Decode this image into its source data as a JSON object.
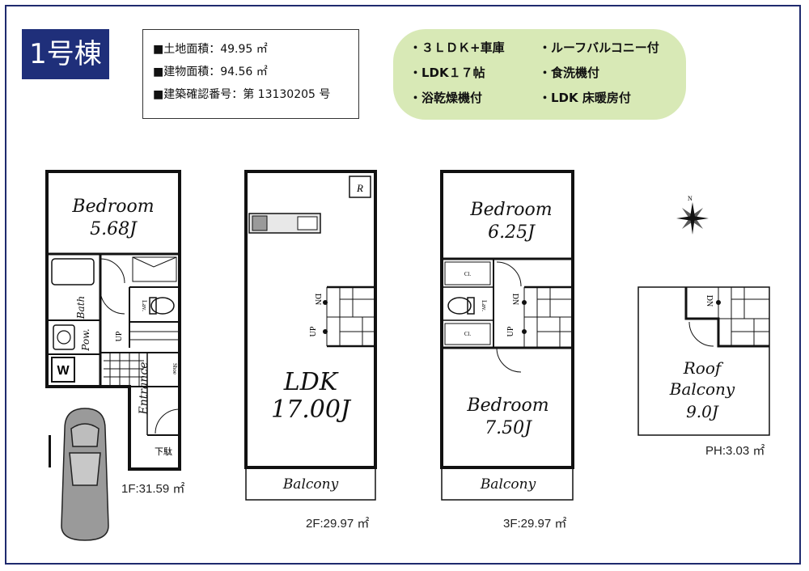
{
  "building": {
    "badge": "1号棟"
  },
  "info": {
    "land_area": "■土地面積：49.95 ㎡",
    "building_area": "■建物面積：94.56 ㎡",
    "permit": "■建築確認番号：第 13130205 号"
  },
  "features": [
    "・３ＬＤＫ+車庫",
    "・ルーフバルコニー付",
    "・LDK１７帖",
    "・食洗機付",
    "・浴乾燥機付",
    "・LDK 床暖房付"
  ],
  "floor1": {
    "bedroom": "Bedroom",
    "bedroom_size": "5.68J",
    "bath": "Bath",
    "powder": "Pow.",
    "wash": "W",
    "lav": "Lav.",
    "up": "UP",
    "entrance": "Entrance",
    "shoe": "Shoe",
    "shoe_box": "下駄",
    "area": "1F:31.59 ㎡"
  },
  "floor2": {
    "ldk": "LDK",
    "ldk_size": "17.00J",
    "refrigerator": "R",
    "dn": "DN",
    "up": "UP",
    "balcony": "Balcony",
    "area": "2F:29.97 ㎡"
  },
  "floor3": {
    "bedroom_top": "Bedroom",
    "bedroom_top_size": "6.25J",
    "bedroom_bottom": "Bedroom",
    "bedroom_bottom_size": "7.50J",
    "closet": "Cl.",
    "lav": "Lav.",
    "dn": "DN",
    "up": "UP",
    "balcony": "Balcony",
    "area": "3F:29.97 ㎡"
  },
  "roof": {
    "name_line1": "Roof",
    "name_line2": "Balcony",
    "size": "9.0J",
    "dn": "DN",
    "area": "PH:3.03 ㎡"
  },
  "compass": {
    "north": "N"
  }
}
